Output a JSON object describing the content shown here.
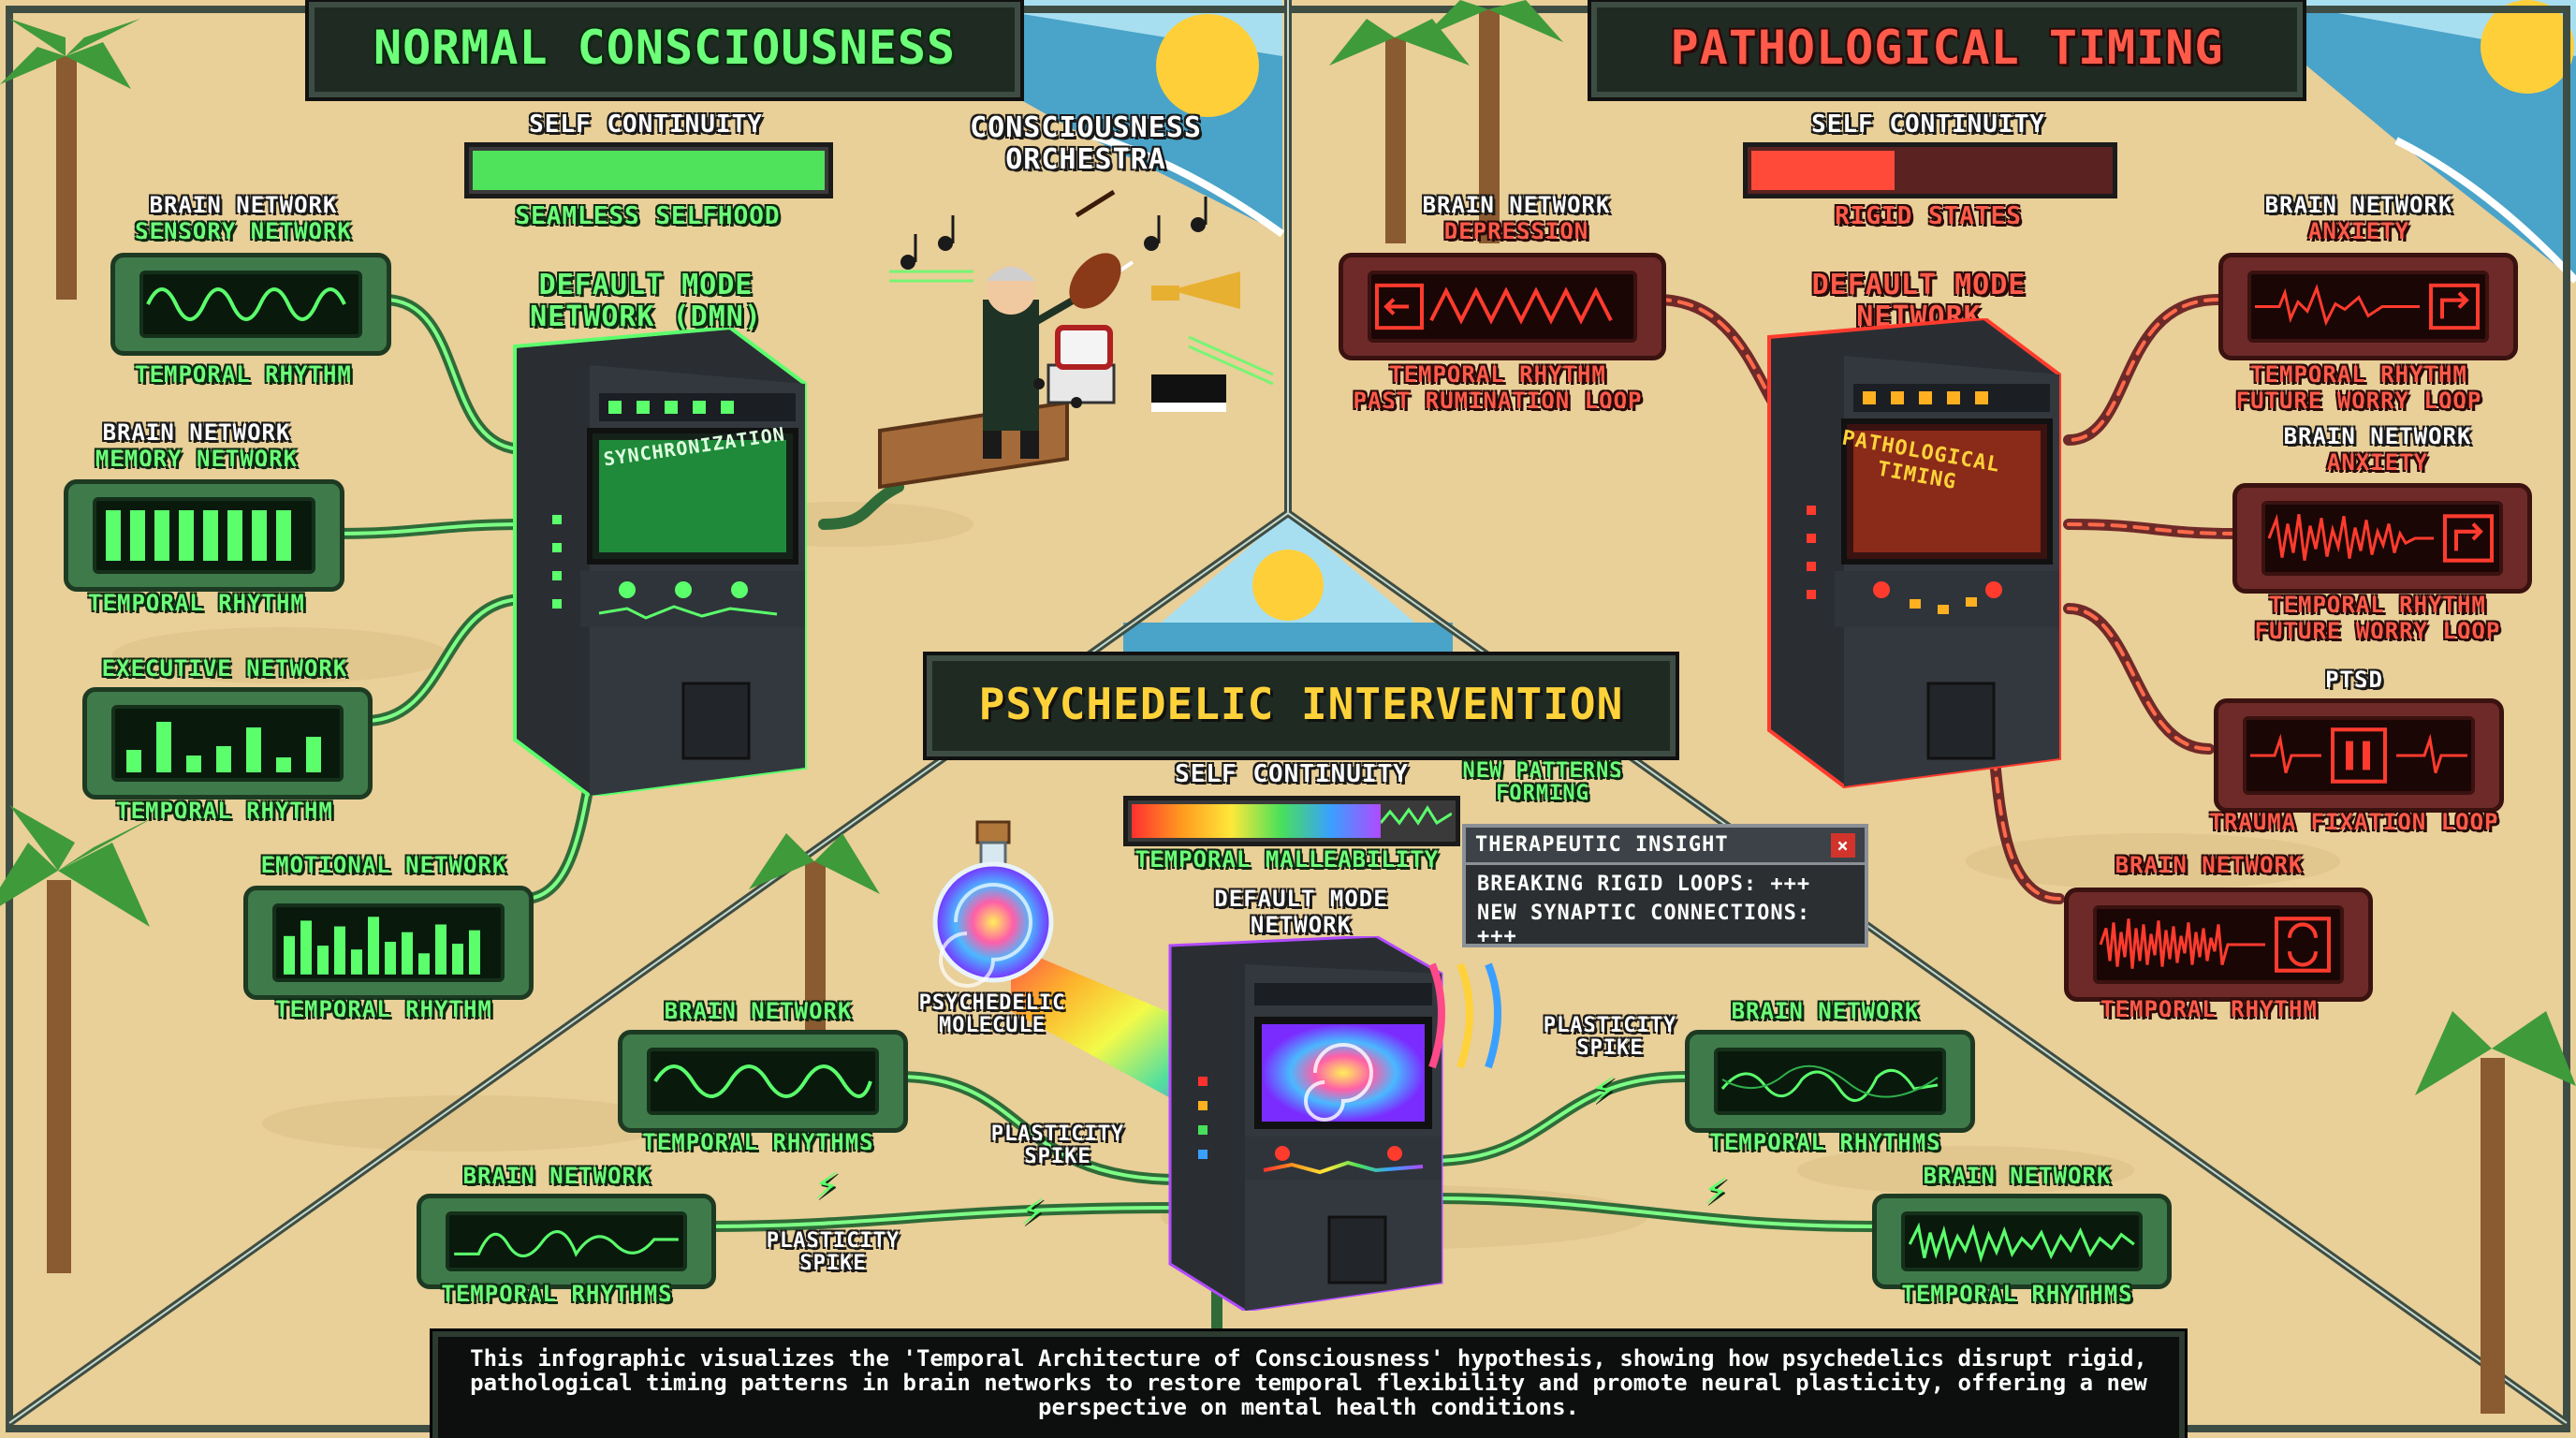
{
  "panels": {
    "normal": {
      "title": "NORMAL CONSCIOUSNESS",
      "self_continuity": {
        "label": "SELF CONTINUITY",
        "level": 1.0,
        "caption": "SEAMLESS SELFHOOD"
      },
      "dmn": "DEFAULT MODE NETWORK (DMN)",
      "screen": "SYNCHRONIZATION",
      "orchestra": "CONSCIOUSNESS ORCHESTRA",
      "networks": [
        {
          "name": "BRAIN NETWORK",
          "sub": "SENSORY NETWORK",
          "rhythm": "TEMPORAL RHYTHM"
        },
        {
          "name": "BRAIN NETWORK",
          "sub": "MEMORY NETWORK",
          "rhythm": "TEMPORAL RHYTHM"
        },
        {
          "name": "EXECUTIVE NETWORK",
          "sub": "",
          "rhythm": "TEMPORAL RHYTHM"
        },
        {
          "name": "EMOTIONAL NETWORK",
          "sub": "",
          "rhythm": "TEMPORAL RHYTHM"
        }
      ]
    },
    "pathological": {
      "title": "PATHOLOGICAL TIMING",
      "self_continuity": {
        "label": "SELF CONTINUITY",
        "level": 0.4,
        "caption": "RIGID STATES"
      },
      "dmn": "DEFAULT MODE NETWORK",
      "screen": "PATHOLOGICAL TIMING",
      "networks": [
        {
          "name": "BRAIN NETWORK",
          "sub": "DEPRESSION",
          "rhythm": "TEMPORAL RHYTHM",
          "rhythm2": "PAST RUMINATION LOOP"
        },
        {
          "name": "BRAIN NETWORK",
          "sub": "ANXIETY",
          "rhythm": "TEMPORAL RHYTHM",
          "rhythm2": "FUTURE WORRY LOOP"
        },
        {
          "name": "BRAIN NETWORK",
          "sub": "ANXIETY",
          "rhythm": "TEMPORAL RHYTHM",
          "rhythm2": "FUTURE WORRY LOOP"
        },
        {
          "name": "PTSD",
          "sub": "",
          "rhythm": "TRAUMA FIXATION LOOP",
          "rhythm2": ""
        },
        {
          "name": "BRAIN NETWORK",
          "sub": "",
          "rhythm": "TEMPORAL RHYTHM",
          "rhythm2": ""
        }
      ]
    },
    "psychedelic": {
      "title": "PSYCHEDELIC INTERVENTION",
      "self_continuity": {
        "label": "SELF CONTINUITY",
        "caption": "TEMPORAL MALLEABILITY",
        "note": "NEW PATTERNS FORMING"
      },
      "dmn": "DEFAULT MODE NETWORK",
      "molecule": "PSYCHEDELIC MOLECULE",
      "spike": "PLASTICITY SPIKE",
      "networks": [
        {
          "name": "BRAIN NETWORK",
          "rhythm": "TEMPORAL RHYTHMS"
        },
        {
          "name": "BRAIN NETWORK",
          "rhythm": "TEMPORAL RHYTHMS"
        },
        {
          "name": "BRAIN NETWORK",
          "rhythm": "TEMPORAL RHYTHMS"
        },
        {
          "name": "BRAIN NETWORK",
          "rhythm": "TEMPORAL RHYTHMS"
        }
      ],
      "insight": {
        "title": "THERAPEUTIC INSIGHT",
        "line1": "BREAKING RIGID LOOPS: +++",
        "line2": "NEW SYNAPTIC CONNECTIONS: +++"
      }
    }
  },
  "caption": "This infographic visualizes the 'Temporal Architecture of Consciousness' hypothesis, showing how psychedelics disrupt rigid, pathological timing patterns in brain networks to restore temporal flexibility and promote neural plasticity, offering a new perspective on mental health conditions.",
  "colors": {
    "sand": "#e9cf98",
    "sea": "#4aa3c8",
    "sky": "#a8dff0",
    "sun": "#ffcf3a",
    "green": "#5bff6c",
    "red": "#ff3b2e",
    "panel": "#1f2a23"
  }
}
